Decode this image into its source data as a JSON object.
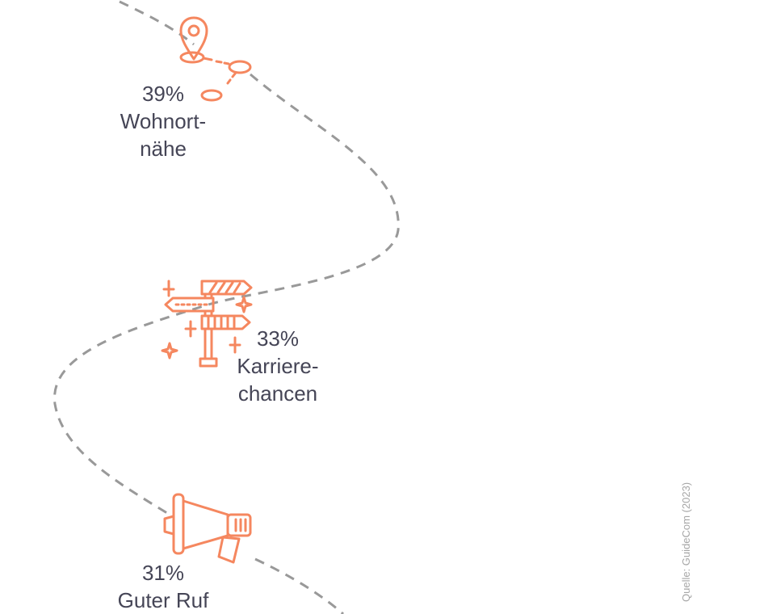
{
  "items": [
    {
      "percent": "39%",
      "label_line1": "Wohnort-",
      "label_line2": "nähe",
      "icon": "location-pin-route-icon"
    },
    {
      "percent": "33%",
      "label_line1": "Karriere-",
      "label_line2": "chancen",
      "icon": "signpost-icon"
    },
    {
      "percent": "31%",
      "label_line1": "Guter Ruf",
      "label_line2": "",
      "icon": "megaphone-icon"
    }
  ],
  "source": "Quelle: GuideCom (2023)",
  "colors": {
    "accent": "#f5875f",
    "text": "#454556",
    "dashed_path": "#999999",
    "source_text": "#a6a6a6"
  }
}
